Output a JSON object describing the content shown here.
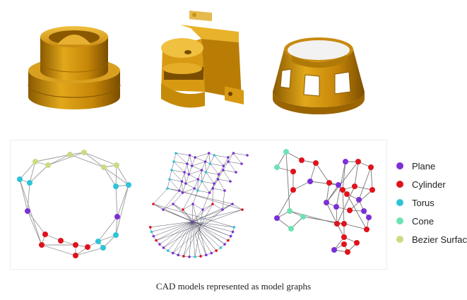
{
  "legend": [
    {
      "label": "Plane",
      "color": "#7b2fd6"
    },
    {
      "label": "Cylinder",
      "color": "#e0121b"
    },
    {
      "label": "Torus",
      "color": "#2fc3d8"
    },
    {
      "label": "Cone",
      "color": "#6de3b3"
    },
    {
      "label": "Bezier Surface",
      "color": "#c8dc82"
    }
  ],
  "caption": "CAD models represented as model graphs",
  "model_color": "#d79a0c"
}
